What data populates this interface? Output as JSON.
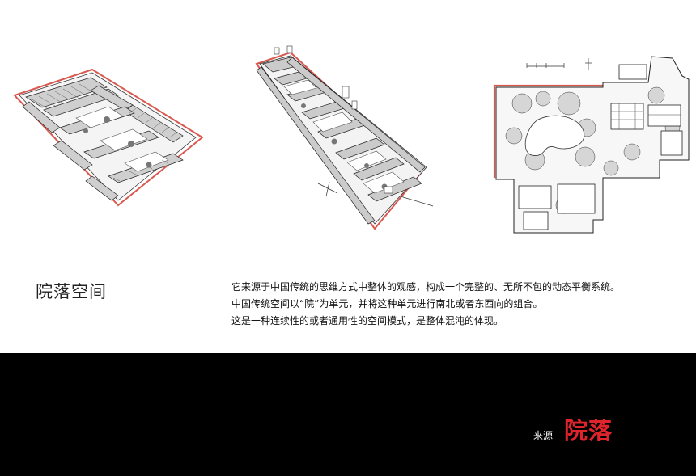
{
  "section": {
    "title": "院落空间",
    "paragraphs": [
      "它来源于中国传统的思维方式中整体的观感，构成一个完整的、无所不包的动态平衡系统。",
      "中国传统空间以“院”为单元，并将这种单元进行南北或者东西向的组合。",
      "这是一种连续性的或者通用性的空间模式，是整体混沌的体现。"
    ]
  },
  "footer": {
    "source_label": "来源",
    "keyword": "院落"
  },
  "colors": {
    "accent_red": "#e0242c",
    "outline_red": "#d9584f",
    "footer_background": "#000000"
  },
  "drawings": [
    {
      "name": "courtyard-axonometric-small"
    },
    {
      "name": "courtyard-axonometric-long"
    },
    {
      "name": "garden-site-plan"
    }
  ]
}
